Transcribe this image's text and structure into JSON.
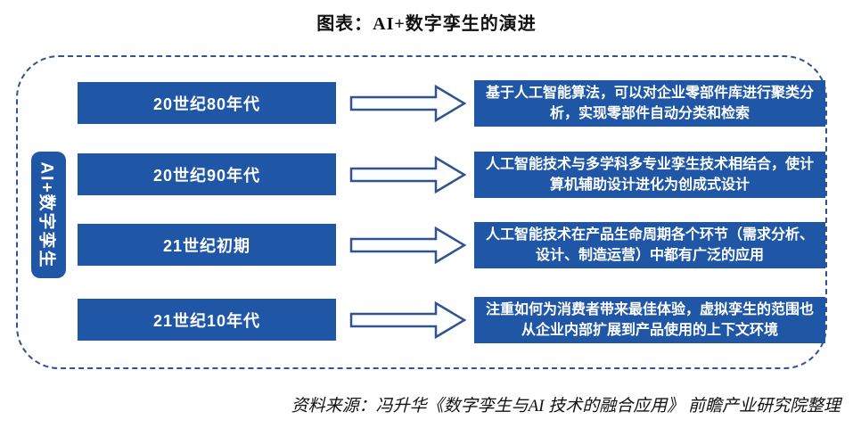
{
  "title": "图表：AI+数字孪生的演进",
  "diagram": {
    "side_label": "AI+数字孪生",
    "rows": [
      {
        "era": "20世纪80年代",
        "desc": "基于人工智能算法，可以对企业零部件库进行聚类分析，实现零部件自动分类和检索"
      },
      {
        "era": "20世纪90年代",
        "desc": "人工智能技术与多学科多专业孪生技术相结合，使计算机辅助设计进化为创成式设计"
      },
      {
        "era": "21世纪初期",
        "desc": "人工智能技术在产品生命周期各个环节（需求分析、设计、制造运营）中都有广泛的应用"
      },
      {
        "era": "21世纪10年代",
        "desc": "注重如何为消费者带来最佳体验，虚拟孪生的范围也从企业内部扩展到产品使用的上下文环境"
      }
    ]
  },
  "source": "资料来源：冯升华《数字孪生与AI 技术的融合应用》 前瞻产业研究院整理",
  "icons": {
    "arrow": "right-arrow-icon"
  },
  "colors": {
    "box_blue": "#2056a6",
    "outline_navy": "#31538f",
    "text_white": "#ffffff",
    "text_black": "#111111"
  }
}
